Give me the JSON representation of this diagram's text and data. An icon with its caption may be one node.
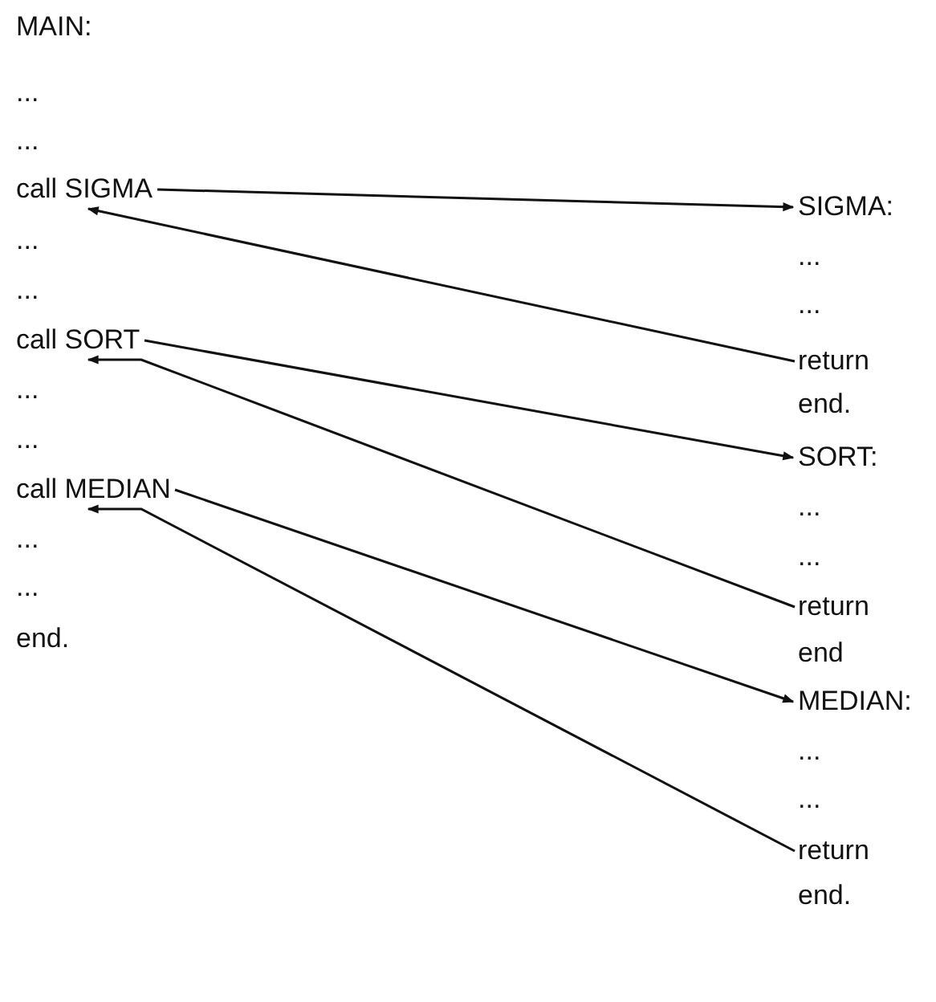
{
  "diagram": {
    "nodes": [
      {
        "text": [
          "call SIGMA"
        ]
      },
      {
        "text": [
          "SIGMA:"
        ]
      },
      {
        "text": [
          "call SORT"
        ]
      },
      {
        "text": [
          "return"
        ]
      },
      {
        "text": [
          "SORT:"
        ]
      },
      {
        "text": [
          "call MEDIAN"
        ]
      },
      {
        "text": [
          "return"
        ]
      },
      {
        "text": [
          "MEDIAN:"
        ]
      },
      {
        "text": [
          "return"
        ]
      }
    ],
    "edges": [
      {
        "from": 0,
        "to": 1,
        "arrow": "to"
      },
      {
        "from": 3,
        "to": 0,
        "arrow": "to"
      },
      {
        "from": 2,
        "to": 4,
        "arrow": "to"
      },
      {
        "from": 6,
        "to": 2,
        "arrow": "to"
      },
      {
        "from": 5,
        "to": 7,
        "arrow": "to"
      },
      {
        "from": 8,
        "to": 5,
        "arrow": "to"
      }
    ],
    "labels": [
      "MAIN:",
      "...",
      "...",
      "...",
      "...",
      "...",
      "...",
      "...",
      "...",
      "end.",
      "...",
      "...",
      "end.",
      "...",
      "...",
      "end",
      "...",
      "...",
      "end."
    ]
  }
}
